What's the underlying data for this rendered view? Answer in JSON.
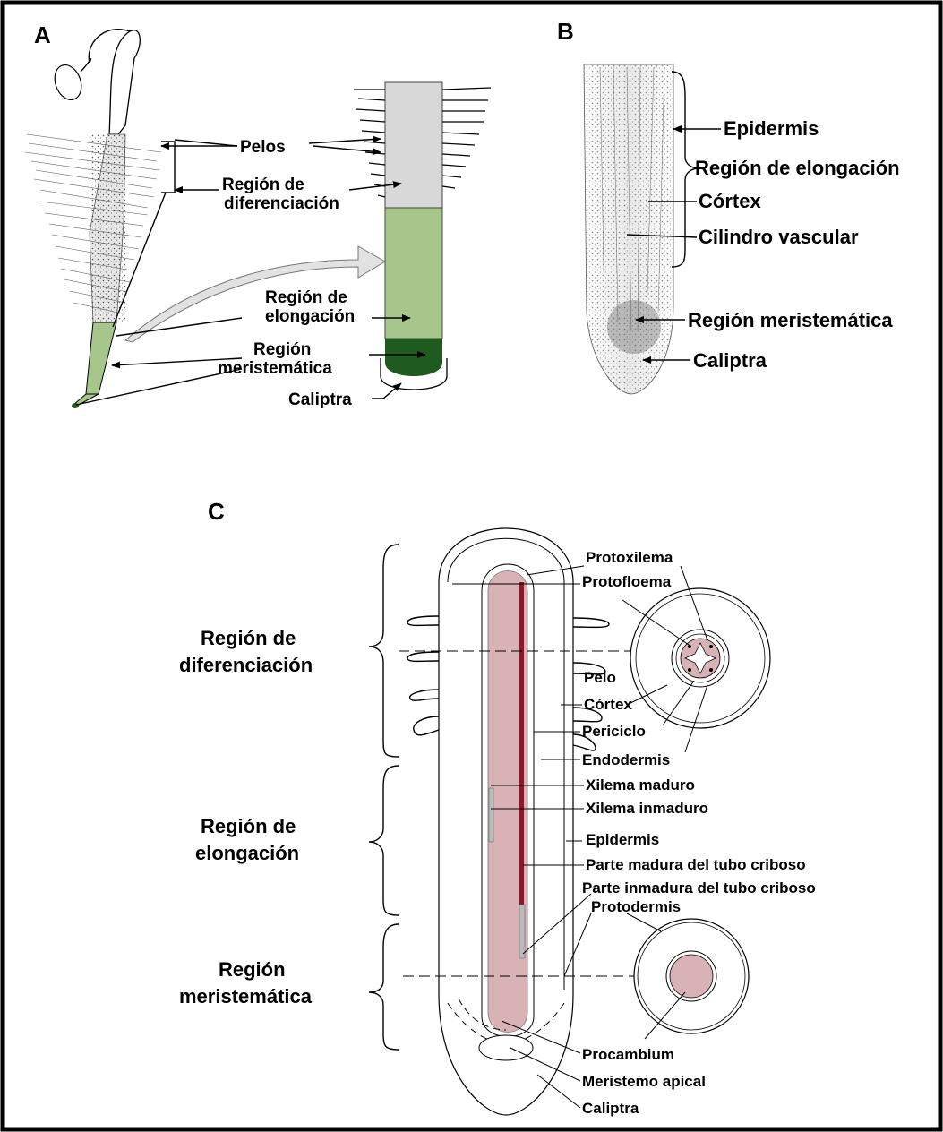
{
  "panels": {
    "a": "A",
    "b": "B",
    "c": "C"
  },
  "colors": {
    "elongation_green": "#a7c68c",
    "meristem_green": "#1f5a1f",
    "hair_gray": "#d8d8d8",
    "procambium_pink": "#d9b2b6",
    "phloem_red": "#8a1a2a",
    "border": "#000000"
  },
  "panel_a": {
    "labels": {
      "pelos": "Pelos",
      "dif_line1": "Región de",
      "dif_line2": "diferenciación",
      "elo_line1": "Región de",
      "elo_line2": "elongación",
      "mer_line1": "Región",
      "mer_line2": "meristemática",
      "caliptra": "Caliptra"
    }
  },
  "panel_b": {
    "labels": {
      "epidermis": "Epidermis",
      "elongacion": "Región de elongación",
      "cortex": "Córtex",
      "cilindro": "Cilindro vascular",
      "meristematica": "Región meristemática",
      "caliptra": "Caliptra"
    }
  },
  "panel_c": {
    "regions": {
      "dif_line1": "Región de",
      "dif_line2": "diferenciación",
      "elo_line1": "Región de",
      "elo_line2": "elongación",
      "mer_line1": "Región",
      "mer_line2": "meristemática"
    },
    "labels": {
      "protoxilema": "Protoxilema",
      "protofloema": "Protofloema",
      "pelo": "Pelo",
      "cortex": "Córtex",
      "periciclo": "Periciclo",
      "endodermis": "Endodermis",
      "xilema_maduro": "Xilema maduro",
      "xilema_inmaduro": "Xilema inmaduro",
      "epidermis": "Epidermis",
      "tubo_maduro": "Parte madura del tubo criboso",
      "tubo_inmaduro": "Parte inmadura del tubo criboso",
      "protodermis": "Protodermis",
      "procambium": "Procambium",
      "meristemo": "Meristemo apical",
      "caliptra": "Caliptra"
    }
  }
}
